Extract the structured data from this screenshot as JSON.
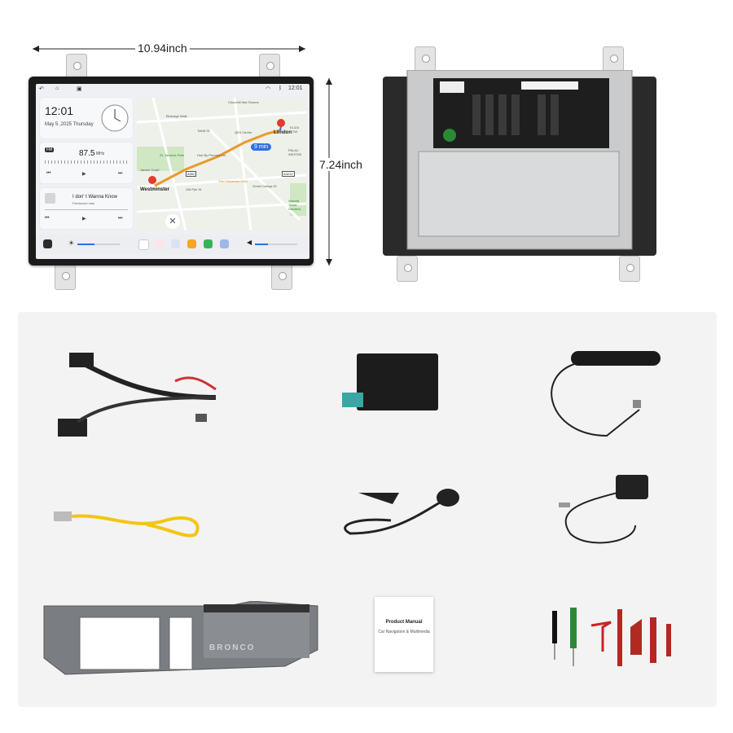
{
  "dimensions": {
    "width_label": "10.94inch",
    "height_label": "7.24inch"
  },
  "screen": {
    "status_time": "12:01",
    "clock_time": "12:01",
    "clock_date": "May 5 ,2025 Thursday",
    "radio_badge": "FM",
    "radio_freq": "87.5",
    "radio_unit": "MHz",
    "music_title": "I don' t Wanna Know",
    "music_artist": "Fleetwood mac",
    "map": {
      "eta": "9 min",
      "origin": "Westminster",
      "destination": "London",
      "labels": [
        "Churchill War Rooms",
        "Birdcage Walk",
        "St. James's Park",
        "Hub By Premier Inn",
        "The Cinnamon Club",
        "James' Court",
        "A302",
        "A3212",
        "Old Pye St",
        "Great College St",
        "Tothill St",
        "QEII Centre",
        "Victoria Tower Gardens",
        "PALAC WESTMI",
        "ELIZA TOW"
      ]
    },
    "dock_icons": [
      "car-icon",
      "brightness-icon",
      "maps-icon",
      "music-icon",
      "apps-icon",
      "radio-icon",
      "play-store-icon",
      "settings-icon",
      "volume-icon"
    ]
  },
  "accessories": [
    {
      "name": "wiring-harness"
    },
    {
      "name": "canbus-decoder-box"
    },
    {
      "name": "radio-antenna"
    },
    {
      "name": "usb-cable"
    },
    {
      "name": "external-microphone"
    },
    {
      "name": "gps-antenna"
    },
    {
      "name": "bronco-dash-trim-frame",
      "text": "BRONCO"
    },
    {
      "name": "product-manual",
      "title": "Product Manual",
      "subtitle": "Car Navigation & Multimedia"
    },
    {
      "name": "trim-removal-tools"
    }
  ],
  "colors": {
    "accent": "#2f6fe4",
    "route": "#e89b2a",
    "pin": "#e23b2a",
    "yellow_cable": "#f3c515"
  }
}
